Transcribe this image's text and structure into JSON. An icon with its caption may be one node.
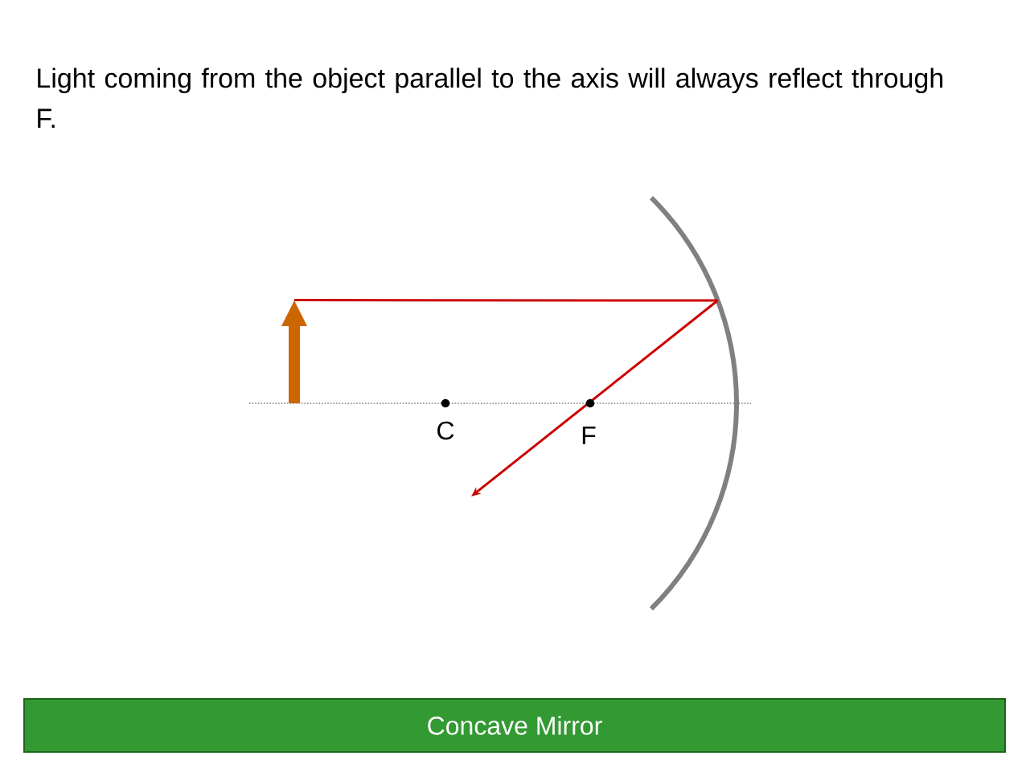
{
  "diagram": {
    "title": "Light coming from the object parallel to the axis will always reflect through F.",
    "nodes": [
      {
        "text": [],
        "shape": "arrow"
      },
      {
        "text": [],
        "shape": "arc"
      },
      {
        "text": [
          "Concave Mirror"
        ]
      }
    ],
    "edges": [
      {
        "from": 0,
        "to": 1,
        "arrow": "none"
      },
      {
        "from": 1,
        "to": null,
        "arrow": "to"
      }
    ],
    "labels": [
      "C",
      "F"
    ]
  }
}
